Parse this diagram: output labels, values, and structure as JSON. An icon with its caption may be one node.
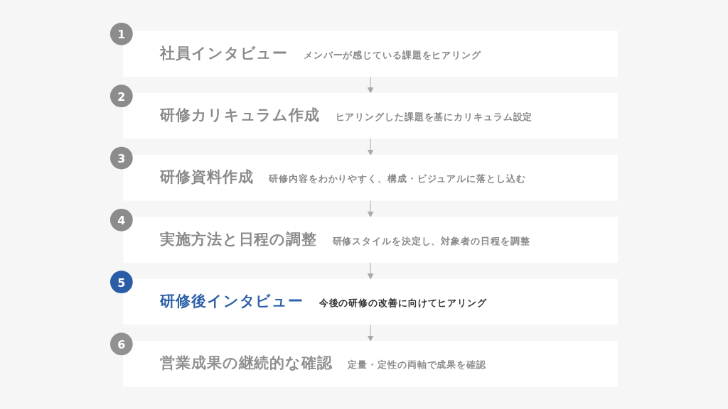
{
  "diagram": {
    "nodes": [
      {
        "text": [
          "1",
          "社員インタビュー",
          "メンバーが感じている課題をヒアリング"
        ]
      },
      {
        "text": [
          "2",
          "研修カリキュラム作成",
          "ヒアリングした課題を基にカリキュラム設定"
        ]
      },
      {
        "text": [
          "3",
          "研修資料作成",
          "研修内容をわかりやすく、構成・ビジュアルに落とし込む"
        ]
      },
      {
        "text": [
          "4",
          "実施方法と日程の調整",
          "研修スタイルを決定し、対象者の日程を調整"
        ]
      },
      {
        "text": [
          "5",
          "研修後インタビュー",
          "今後の研修の改善に向けてヒアリング"
        ]
      },
      {
        "text": [
          "6",
          "営業成果の継続的な確認",
          "定量・定性の両軸で成果を確認"
        ]
      }
    ],
    "edges": [
      {
        "from": 0,
        "to": 1,
        "arrow": "to"
      },
      {
        "from": 1,
        "to": 2,
        "arrow": "to"
      },
      {
        "from": 2,
        "to": 3,
        "arrow": "to"
      },
      {
        "from": 3,
        "to": 4,
        "arrow": "to"
      },
      {
        "from": 4,
        "to": 5,
        "arrow": "to"
      }
    ]
  }
}
